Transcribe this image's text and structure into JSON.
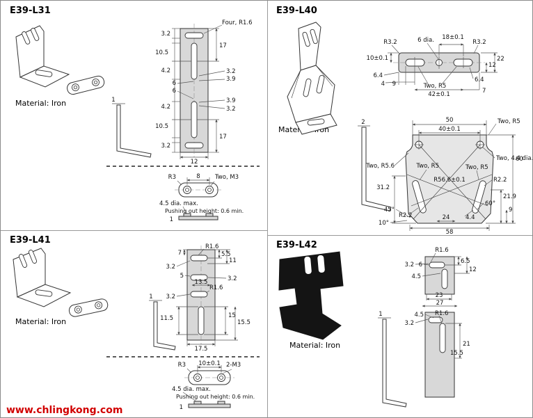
{
  "watermark": "www.chlingkong.com",
  "l31": {
    "title": "E39-L31",
    "material": "Material: Iron",
    "side_thickness": "1",
    "main": [
      "Four, R1.6",
      "3.2",
      "10.5",
      "4.2",
      "17",
      "3.2",
      "3.9",
      "6",
      "6",
      "4.2",
      "3.9",
      "3.2",
      "10.5",
      "17",
      "3.2",
      "12"
    ],
    "plate": [
      "R3",
      "8",
      "Two, M3",
      "4.5 dia. max.",
      "Pushing out height: 0.6 min.",
      "1"
    ]
  },
  "l40": {
    "title": "E39-L40",
    "material": "Material: Iron",
    "side_thickness": "2",
    "top": [
      "R3.2",
      "6 dia.",
      "18±0.1",
      "R3.2",
      "12",
      "22",
      "10±0.1",
      "6.4",
      "4",
      "9",
      "6.4",
      "Two, R5",
      "42±0.1",
      "7"
    ],
    "bottom": [
      "50",
      "40±0.1",
      "Two, R5",
      "Two, 4.4 dia.",
      "Two, R5.6",
      "Two, R5",
      "Two, R5",
      "R56.6±0.1",
      "R2.2",
      "60",
      "31.2",
      "21.9",
      "9",
      "60°",
      "45°",
      "10°",
      "R2.2",
      "24",
      "4.4",
      "58"
    ]
  },
  "l41": {
    "title": "E39-L41",
    "material": "Material: Iron",
    "side_thickness": "1",
    "main": [
      "R1.6",
      "7",
      "5.5",
      "11",
      "3.2",
      "5",
      "3.2",
      "13.5",
      "3.2",
      "R1.6",
      "11.5",
      "15",
      "15.5",
      "17.5"
    ],
    "plate": [
      "R3",
      "10±0.1",
      "2-M3",
      "4.5 dia. max.",
      "Pushing out height: 0.6 min.",
      "1"
    ]
  },
  "l42": {
    "title": "E39-L42",
    "material": "Material: Iron",
    "side_thickness": "1",
    "main": [
      "R1.6",
      "3.2",
      "6",
      "6.5",
      "12",
      "4.5",
      "23",
      "27",
      "3.2",
      "4.5",
      "R1.6",
      "21",
      "15.5"
    ]
  }
}
